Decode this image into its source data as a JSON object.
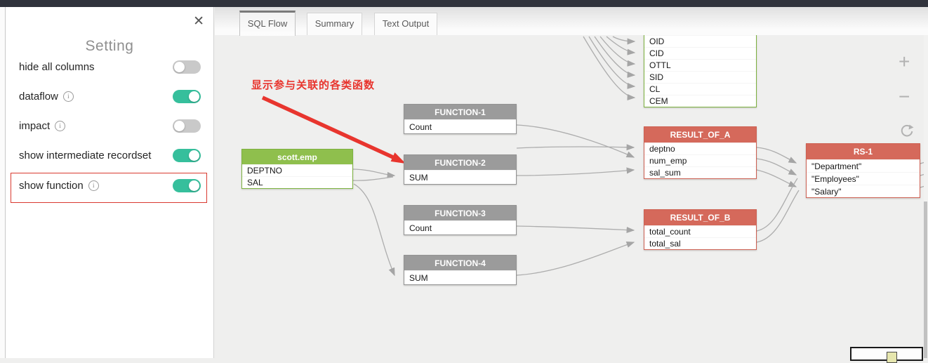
{
  "sidebar": {
    "title": "Setting",
    "close_label": "✕",
    "items": [
      {
        "id": "hide-all-columns",
        "label": "hide all columns",
        "info": false,
        "on": false,
        "highlighted": false
      },
      {
        "id": "dataflow",
        "label": "dataflow",
        "info": true,
        "on": true,
        "highlighted": false
      },
      {
        "id": "impact",
        "label": "impact",
        "info": true,
        "on": false,
        "highlighted": false
      },
      {
        "id": "show-intermediate-recordset",
        "label": "show intermediate recordset",
        "info": false,
        "on": true,
        "highlighted": false
      },
      {
        "id": "show-function",
        "label": "show function",
        "info": true,
        "on": true,
        "highlighted": true
      }
    ],
    "info_glyph": "i"
  },
  "tabs": [
    {
      "id": "sql-flow",
      "label": "SQL Flow",
      "active": true
    },
    {
      "id": "summary",
      "label": "Summary",
      "active": false
    },
    {
      "id": "text-output",
      "label": "Text Output",
      "active": false
    }
  ],
  "annotation": {
    "text": "显示参与关联的各类函数"
  },
  "diagram": {
    "nodes": [
      {
        "id": "table-partial",
        "kind": "table",
        "color": "green",
        "title": "",
        "rows": [
          "OID",
          "CID",
          "OTTL",
          "SID",
          "CL",
          "CEM"
        ]
      },
      {
        "id": "scott-emp",
        "kind": "table",
        "color": "green",
        "title": "scott.emp",
        "rows": [
          "DEPTNO",
          "SAL"
        ]
      },
      {
        "id": "function-1",
        "kind": "function",
        "color": "gray",
        "title": "FUNCTION-1",
        "rows": [
          "Count"
        ]
      },
      {
        "id": "function-2",
        "kind": "function",
        "color": "gray",
        "title": "FUNCTION-2",
        "rows": [
          "SUM"
        ]
      },
      {
        "id": "function-3",
        "kind": "function",
        "color": "gray",
        "title": "FUNCTION-3",
        "rows": [
          "Count"
        ]
      },
      {
        "id": "function-4",
        "kind": "function",
        "color": "gray",
        "title": "FUNCTION-4",
        "rows": [
          "SUM"
        ]
      },
      {
        "id": "result-of-a",
        "kind": "result",
        "color": "red",
        "title": "RESULT_OF_A",
        "rows": [
          "deptno",
          "num_emp",
          "sal_sum"
        ]
      },
      {
        "id": "result-of-b",
        "kind": "result",
        "color": "red",
        "title": "RESULT_OF_B",
        "rows": [
          "total_count",
          "total_sal"
        ]
      },
      {
        "id": "rs-1",
        "kind": "result",
        "color": "red",
        "title": "RS-1",
        "rows": [
          "\"Department\"",
          "\"Employees\"",
          "\"Salary\""
        ]
      }
    ],
    "controls": {
      "zoom_in": "+",
      "zoom_out": "−",
      "refresh": "refresh"
    }
  },
  "colors": {
    "toggle_on": "#36bf9c",
    "toggle_off": "#c9c9c9",
    "table_header": "#8fbf4d",
    "function_header": "#9b9b9b",
    "result_header": "#d5695b",
    "edge": "#adadad",
    "annotation": "#e8352e",
    "highlight_border": "#d93a30"
  }
}
